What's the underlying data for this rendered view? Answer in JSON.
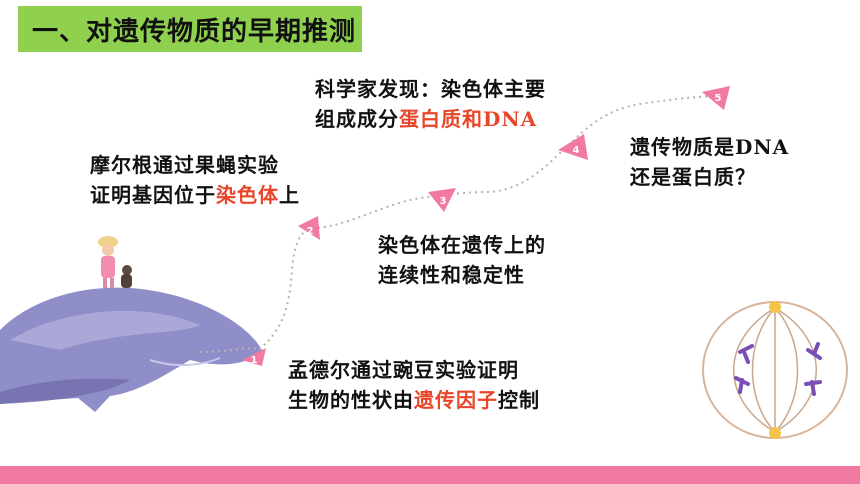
{
  "title": "一、对遗传物质的早期推测",
  "steps": [
    {
      "num": "1",
      "line1": "孟德尔通过豌豆实验证明",
      "line2_pre": "生物的性状由",
      "line2_hl": "遗传因子",
      "line2_post": "控制"
    },
    {
      "num": "2",
      "line1": "摩尔根通过果蝇实验",
      "line2_pre": "证明基因位于",
      "line2_hl": "染色体",
      "line2_post": "上"
    },
    {
      "num": "3",
      "line1": "染色体在遗传上的",
      "line2": "连续性和稳定性"
    },
    {
      "num": "4",
      "line1": "科学家发现：染色体主要",
      "line2_pre": "组成成分",
      "line2_hl": "蛋白质和DNA"
    },
    {
      "num": "5",
      "line1": "遗传物质是DNA",
      "line2": "还是蛋白质？"
    }
  ],
  "colors": {
    "title_bg": "#8fd14f",
    "highlight": "#e8462a",
    "marker": "#f07aa2",
    "bottom_bar": "#f07aa2"
  },
  "decorations": [
    "whale-illustration",
    "girl-with-dog",
    "spindle-cell-diagram"
  ]
}
